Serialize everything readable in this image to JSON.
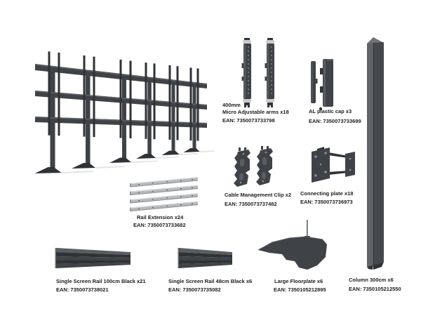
{
  "colors": {
    "background": "#ffffff",
    "dark": "#3f4247",
    "darker": "#2f3236",
    "mid": "#5a5d62",
    "light": "#6e7176",
    "col-left": "#606368",
    "col-right": "#45484d",
    "silver": "#b6b9bc",
    "silver-dark": "#8e9194",
    "silver-light": "#d9dbdd",
    "cap": "#c9cbce",
    "dot": "#94979a",
    "hole": "#8d9093",
    "shadow": "#e4e4e4",
    "text": "#202022"
  },
  "parts": {
    "arms": {
      "line1": "400mm",
      "line2": "Micro Adjustable arms x18",
      "ean": "EAN: 7350073733798"
    },
    "cap": {
      "line1": "AL plastic cap x3",
      "ean": "EAN: 7350073733699"
    },
    "clip": {
      "line1": "Cable Management Clip x2",
      "ean": "EAN: 7350073737482"
    },
    "connecting_plate": {
      "line1": "Connecting plate x18",
      "ean": "EAN: 7350073736973"
    },
    "rail_extension": {
      "line1": "Rail Extension x24",
      "ean": "EAN: 7350073733682"
    },
    "rail_100": {
      "line1": "Single Screen Rail 100cm Black x21",
      "ean": "EAN: 7350073738021"
    },
    "rail_48": {
      "line1": "Single Screen Rail 48cm Black x6",
      "ean": "EAN: 7350073735082"
    },
    "floorplate": {
      "line1": "Large Floorplate x6",
      "ean": "EAN: 7350105212895"
    },
    "column": {
      "line1": "Column 300cm x6",
      "ean": "EAN: 7350105212550"
    }
  }
}
